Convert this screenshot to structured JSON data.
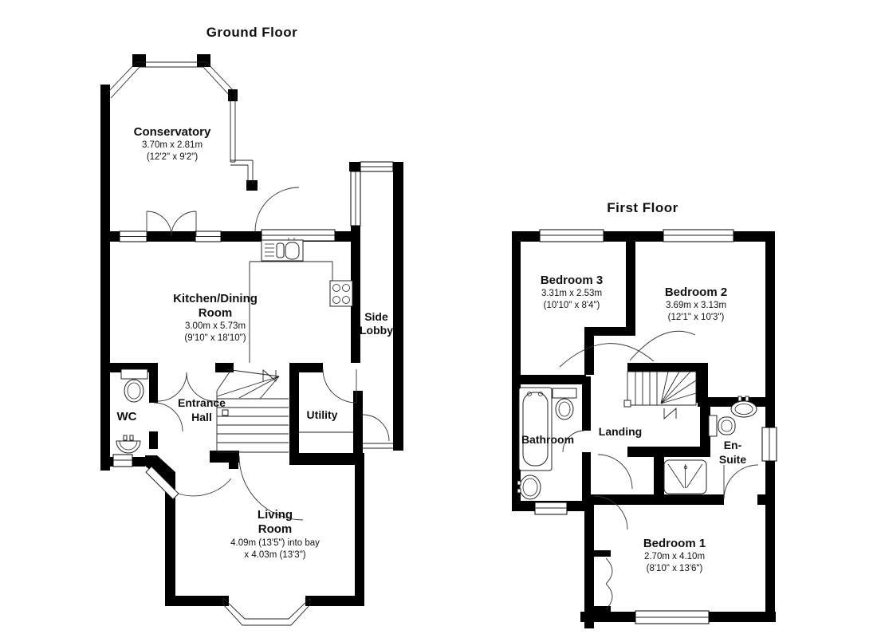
{
  "colors": {
    "wall": "#000000",
    "background": "#ffffff",
    "text": "#111111"
  },
  "ground_floor": {
    "title": "Ground Floor",
    "rooms": {
      "conservatory": {
        "name": "Conservatory",
        "dim_metric": "3.70m x 2.81m",
        "dim_imperial": "(12'2\" x 9'2\")"
      },
      "kitchen": {
        "name_line1": "Kitchen/Dining",
        "name_line2": "Room",
        "dim_metric": "3.00m x 5.73m",
        "dim_imperial": "(9'10\" x 18'10\")"
      },
      "side_lobby": {
        "name_line1": "Side",
        "name_line2": "Lobby"
      },
      "wc": {
        "name": "WC"
      },
      "entrance_hall": {
        "name_line1": "Entrance",
        "name_line2": "Hall"
      },
      "utility": {
        "name": "Utility"
      },
      "living_room": {
        "name_line1": "Living",
        "name_line2": "Room",
        "dim_line1": "4.09m (13'5\") into bay",
        "dim_line2": "x 4.03m (13'3\")"
      }
    }
  },
  "first_floor": {
    "title": "First Floor",
    "rooms": {
      "bedroom3": {
        "name": "Bedroom 3",
        "dim_metric": "3.31m x 2.53m",
        "dim_imperial": "(10'10\" x 8'4\")"
      },
      "bedroom2": {
        "name": "Bedroom 2",
        "dim_metric": "3.69m x 3.13m",
        "dim_imperial": "(12'1\" x 10'3\")"
      },
      "bathroom": {
        "name": "Bathroom"
      },
      "landing": {
        "name": "Landing"
      },
      "ensuite": {
        "name_line1": "En-",
        "name_line2": "Suite"
      },
      "bedroom1": {
        "name": "Bedroom 1",
        "dim_metric": "2.70m x 4.10m",
        "dim_imperial": "(8'10\" x 13'6\")"
      }
    }
  }
}
